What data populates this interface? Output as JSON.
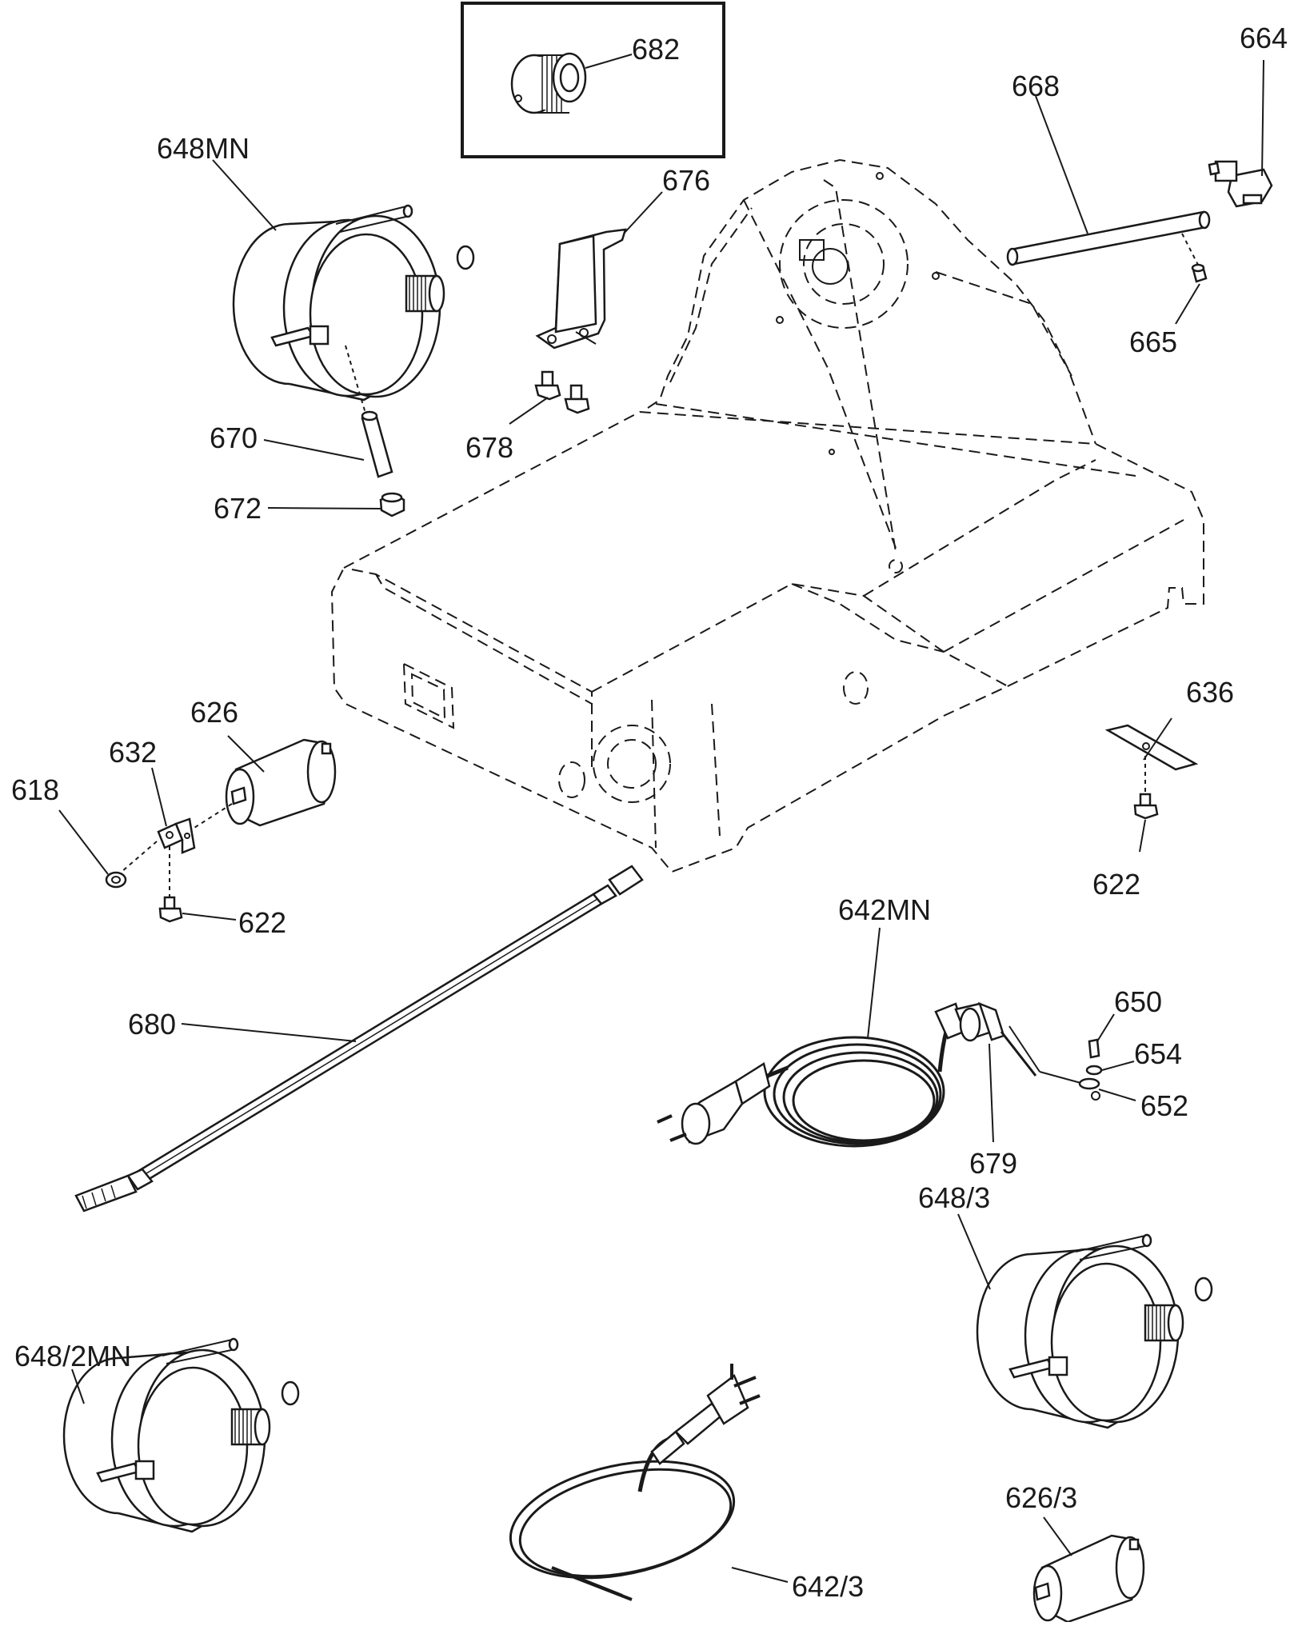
{
  "diagram": {
    "callouts": {
      "c682": "682",
      "c664": "664",
      "c668": "668",
      "c648MN": "648MN",
      "c676": "676",
      "c665": "665",
      "c670": "670",
      "c678": "678",
      "c672": "672",
      "c636": "636",
      "c626": "626",
      "c632": "632",
      "c618": "618",
      "c622a": "622",
      "c622b": "622",
      "c642MN": "642MN",
      "c680": "680",
      "c650": "650",
      "c654": "654",
      "c652": "652",
      "c679": "679",
      "c648_3": "648/3",
      "c648_2MN": "648/2MN",
      "c626_3": "626/3",
      "c642_3": "642/3"
    }
  }
}
